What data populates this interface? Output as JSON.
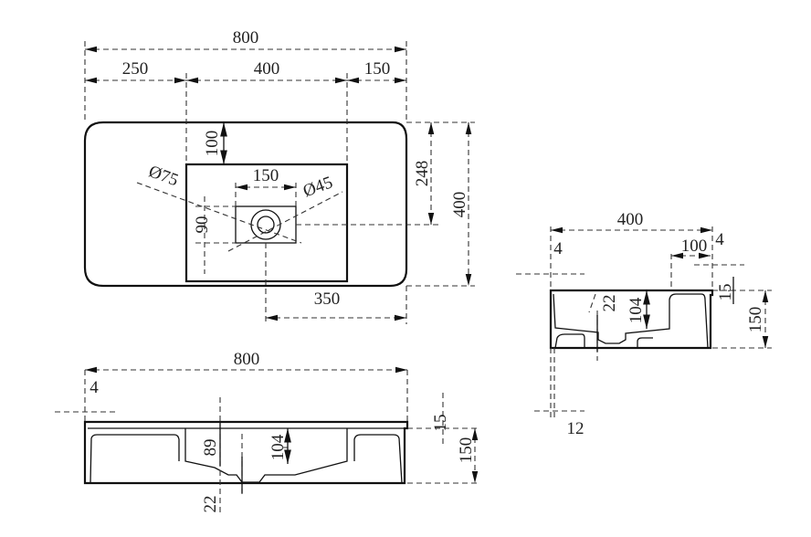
{
  "top_view": {
    "overall_width": "800",
    "left_offset": "250",
    "basin_width": "400",
    "right_offset": "150",
    "back_offset": "100",
    "drain_to_back": "248",
    "overall_depth": "400",
    "drain_to_right": "350",
    "drain_box_width": "150",
    "drain_box_depth": "90",
    "drain_outer_diameter": "Ø75",
    "drain_inner_diameter": "Ø45"
  },
  "side_view": {
    "depth": "400",
    "front_lip": "4",
    "rear_shelf": "100",
    "rear_lip": "4",
    "rim_thickness": "15",
    "height": "150",
    "basin_depth": "104",
    "drain_step": "22",
    "bottom_offset": "12"
  },
  "front_view": {
    "width": "800",
    "lip": "4",
    "rim_thickness": "15",
    "height": "150",
    "basin_depth_front": "89",
    "basin_depth_center": "104",
    "drain_step": "22"
  }
}
